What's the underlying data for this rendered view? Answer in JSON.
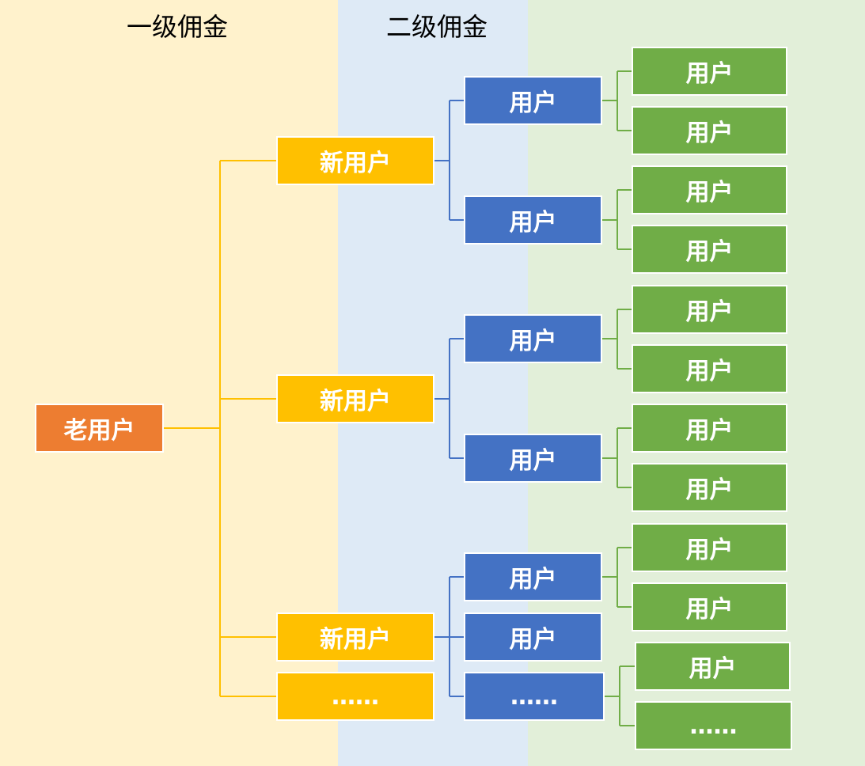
{
  "headers": {
    "level1": "一级佣金",
    "level2": "二级佣金"
  },
  "colors": {
    "root": "#ED7D31",
    "level1": "#FFC000",
    "level2": "#4472C4",
    "level3": "#70AD47",
    "band1": "#FFF2CC",
    "band2": "#DEEAF6",
    "band3": "#E2EFD9"
  },
  "root": {
    "label": "老用户"
  },
  "level1": [
    {
      "label": "新用户"
    },
    {
      "label": "新用户"
    },
    {
      "label": "新用户"
    },
    {
      "label": "……"
    }
  ],
  "level2": [
    {
      "label": "用户",
      "parent": 0
    },
    {
      "label": "用户",
      "parent": 0
    },
    {
      "label": "用户",
      "parent": 1
    },
    {
      "label": "用户",
      "parent": 1
    },
    {
      "label": "用户",
      "parent": 2
    },
    {
      "label": "用户",
      "parent": 2
    },
    {
      "label": "……",
      "parent": 2
    }
  ],
  "level3": [
    {
      "label": "用户",
      "parent": 0
    },
    {
      "label": "用户",
      "parent": 0
    },
    {
      "label": "用户",
      "parent": 1
    },
    {
      "label": "用户",
      "parent": 1
    },
    {
      "label": "用户",
      "parent": 2
    },
    {
      "label": "用户",
      "parent": 2
    },
    {
      "label": "用户",
      "parent": 3
    },
    {
      "label": "用户",
      "parent": 3
    },
    {
      "label": "用户",
      "parent": 4
    },
    {
      "label": "用户",
      "parent": 4
    },
    {
      "label": "用户",
      "parent": 6
    },
    {
      "label": "……",
      "parent": 6
    }
  ]
}
